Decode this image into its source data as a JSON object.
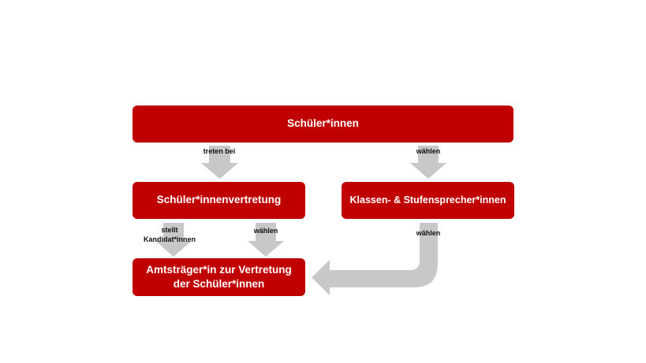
{
  "colors": {
    "box": "#c00000",
    "arrow": "#c8c8c8"
  },
  "nodes": {
    "students": "Schüler*innen",
    "council": "Schüler*innenvertretung",
    "speakers": "Klassen- & Stufensprecher*innen",
    "officers_line1": "Amtsträger*in zur Vertretung",
    "officers_line2": "der Schüler*innen"
  },
  "edges": {
    "join": "treten bei",
    "elect_speakers": "wählen",
    "nominate_line1": "stellt",
    "nominate_line2": "Kandidat*innen",
    "council_elect": "wählen",
    "speakers_elect": "wählen"
  }
}
